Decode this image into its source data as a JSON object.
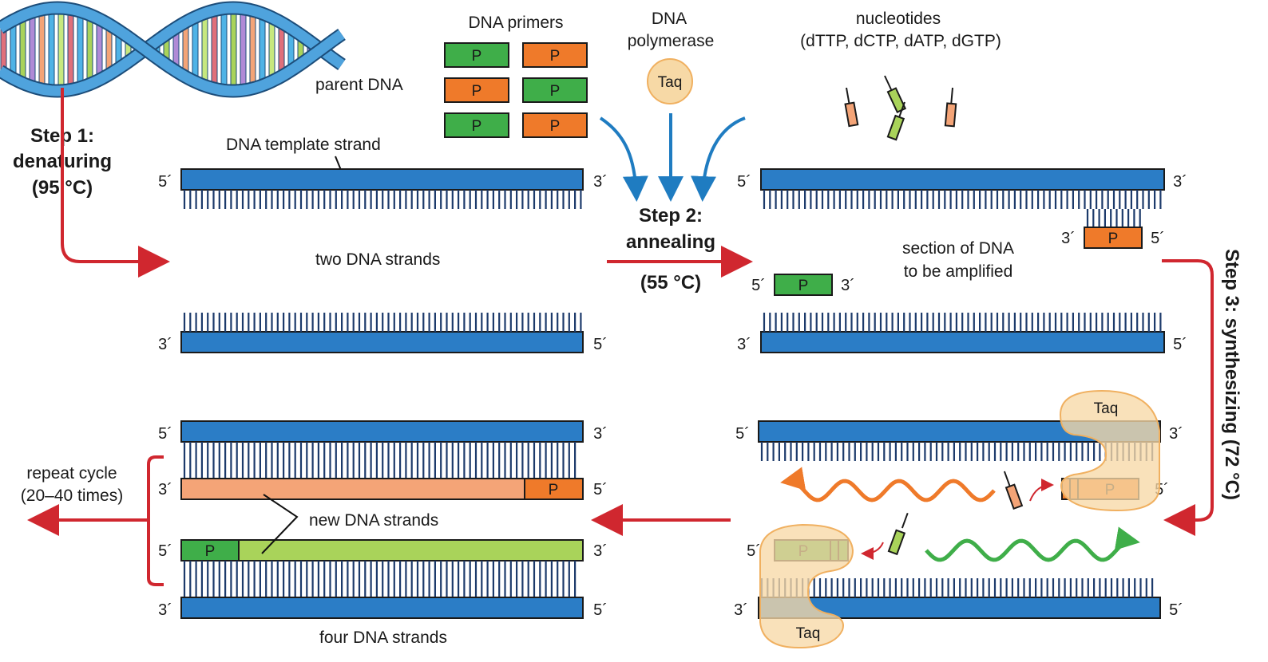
{
  "colors": {
    "strand_blue": "#2b7dc6",
    "primer_green": "#3fae49",
    "primer_orange": "#ef7a2a",
    "new_orange": "#f4a477",
    "new_green": "#a9d35a",
    "arrow_red": "#d0272f",
    "arrow_blue": "#1f7cc1",
    "taq_fill": "#f7d9a6"
  },
  "labels": {
    "step1": [
      "Step 1:",
      "denaturing",
      "(95 °C)"
    ],
    "step2": [
      "Step 2:",
      "annealing",
      "(55 °C)"
    ],
    "step3": "Step 3: synthesizing (72 °C)",
    "parent_dna": "parent DNA",
    "template_strand": "DNA template strand",
    "two_strands": "two DNA strands",
    "primers_title": "DNA primers",
    "polymerase": [
      "DNA",
      "polymerase"
    ],
    "taq": "Taq",
    "nucleotides": [
      "nucleotides",
      "(dTTP, dCTP, dATP, dGTP)"
    ],
    "section": [
      "section of DNA",
      "to be amplified"
    ],
    "new_strands": "new DNA strands",
    "four_strands": "four DNA strands",
    "repeat": [
      "repeat cycle",
      "(20–40 times)"
    ],
    "primer": "P",
    "five": "5´",
    "three": "3´"
  }
}
